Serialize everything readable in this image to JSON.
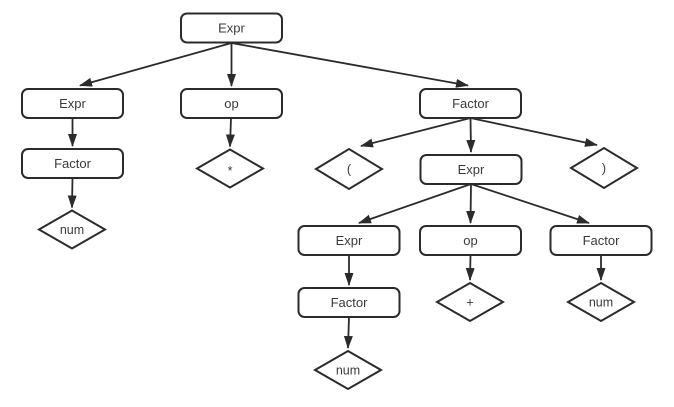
{
  "diagram": {
    "type": "parse-tree",
    "colors": {
      "background": "#ffffff",
      "node_fill": "#ffffff",
      "stroke": "#2b2b2b",
      "text": "#3a3a3a"
    },
    "nodes": {
      "root_expr": "Expr",
      "expr_left": "Expr",
      "op_mul": "op",
      "factor_paren": "Factor",
      "factor_left": "Factor",
      "num_left": "num",
      "star": "*",
      "lparen": "(",
      "expr_inner": "Expr",
      "rparen": ")",
      "expr_inner_left": "Expr",
      "op_plus": "op",
      "factor_right": "Factor",
      "factor_bottom": "Factor",
      "plus": "+",
      "num_right": "num",
      "num_bottom": "num"
    },
    "edges": [
      {
        "from": "root_expr",
        "to": "expr_left"
      },
      {
        "from": "root_expr",
        "to": "op_mul"
      },
      {
        "from": "root_expr",
        "to": "factor_paren"
      },
      {
        "from": "expr_left",
        "to": "factor_left"
      },
      {
        "from": "factor_left",
        "to": "num_left"
      },
      {
        "from": "op_mul",
        "to": "star"
      },
      {
        "from": "factor_paren",
        "to": "lparen"
      },
      {
        "from": "factor_paren",
        "to": "expr_inner"
      },
      {
        "from": "factor_paren",
        "to": "rparen"
      },
      {
        "from": "expr_inner",
        "to": "expr_inner_left"
      },
      {
        "from": "expr_inner",
        "to": "op_plus"
      },
      {
        "from": "expr_inner",
        "to": "factor_right"
      },
      {
        "from": "expr_inner_left",
        "to": "factor_bottom"
      },
      {
        "from": "op_plus",
        "to": "plus"
      },
      {
        "from": "factor_right",
        "to": "num_right"
      },
      {
        "from": "factor_bottom",
        "to": "num_bottom"
      }
    ]
  }
}
